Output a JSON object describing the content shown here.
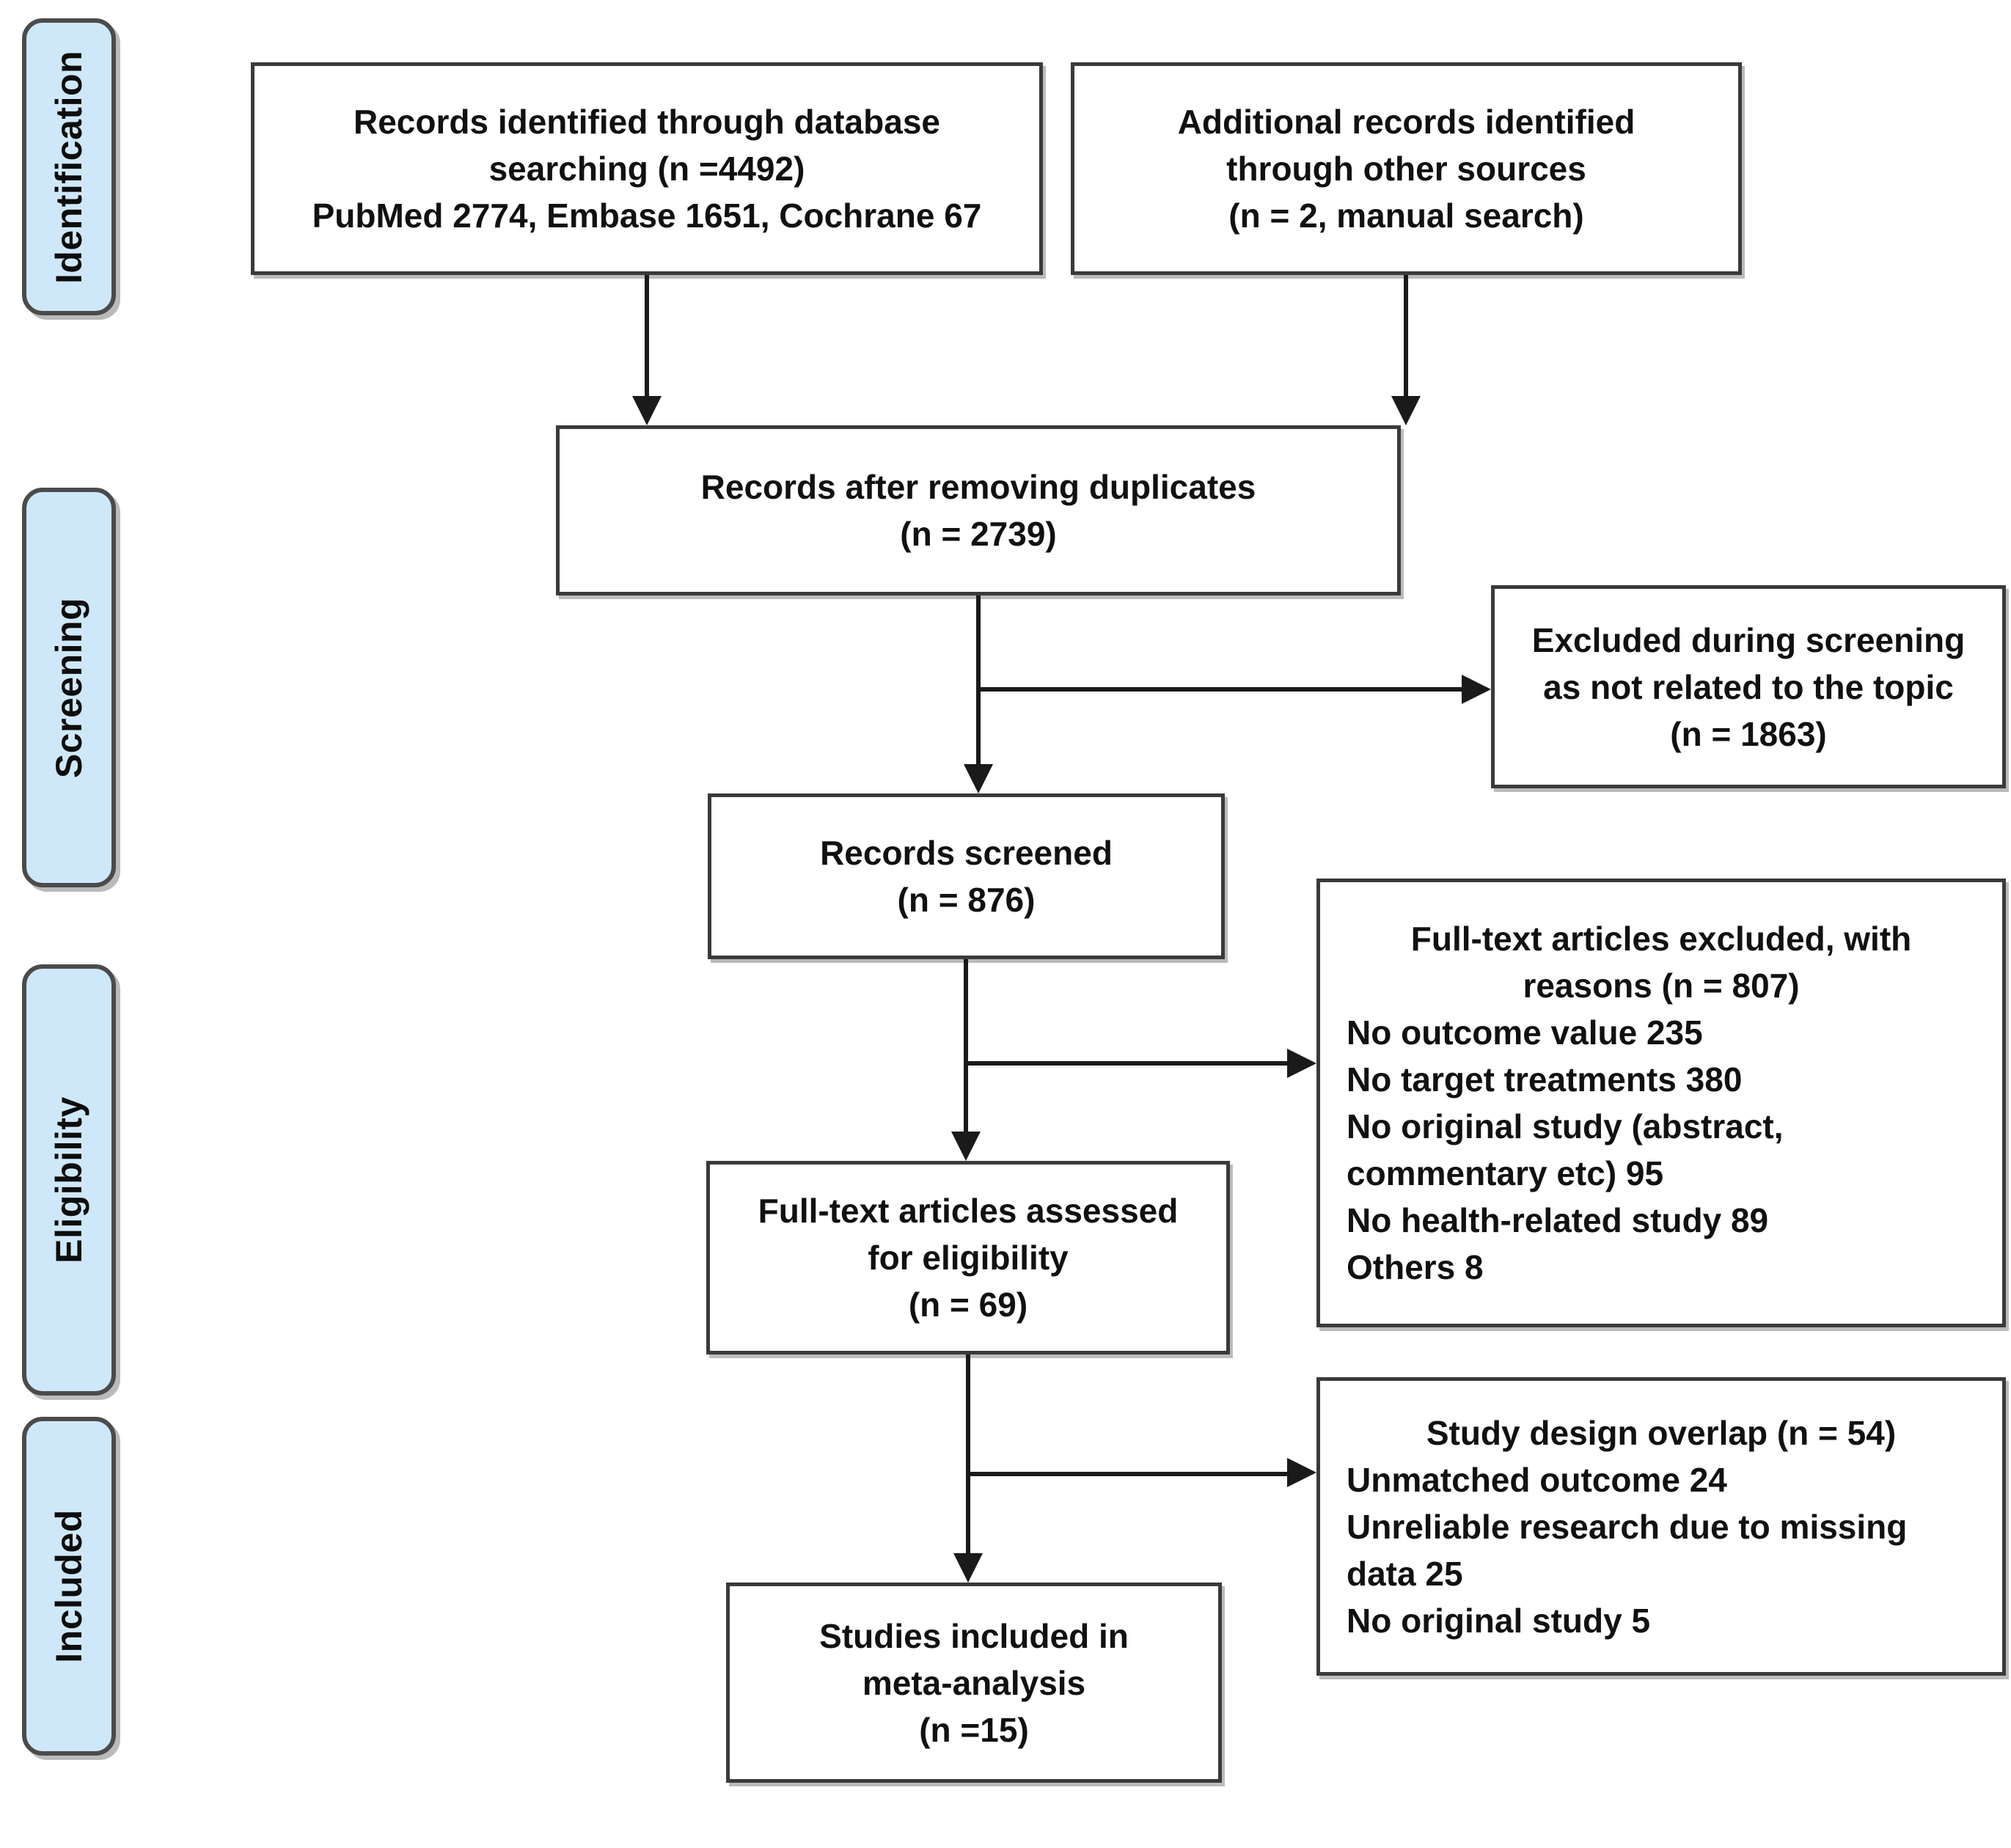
{
  "colors": {
    "stage_fill": "#cfe8f9",
    "stage_border": "#4b4b4b",
    "box_border": "#3a3a3a",
    "arrow": "#1a1a1a",
    "text": "#111111",
    "background": "#ffffff"
  },
  "stages": {
    "identification": "Identification",
    "screening": "Screening",
    "eligibility": "Eligibility",
    "included": "Included"
  },
  "boxes": {
    "records_identified": {
      "lines": [
        "Records identified through database",
        "searching (n =4492)",
        "PubMed 2774, Embase 1651, Cochrane 67"
      ]
    },
    "additional_records": {
      "lines": [
        "Additional records identified",
        "through other sources",
        "(n = 2, manual search)"
      ]
    },
    "after_duplicates": {
      "lines": [
        "Records after removing duplicates",
        "(n = 2739)"
      ]
    },
    "excluded_screening": {
      "lines": [
        "Excluded during screening",
        "as not related to the topic",
        "(n = 1863)"
      ]
    },
    "records_screened": {
      "lines": [
        "Records screened",
        "(n = 876)"
      ]
    },
    "fulltext_excluded": {
      "title_lines": [
        "Full-text articles excluded, with",
        "reasons (n = 807)"
      ],
      "items": [
        "No outcome value 235",
        "No target treatments 380",
        "No original study (abstract,",
        "commentary etc) 95",
        "No health-related study 89",
        "Others 8"
      ]
    },
    "fulltext_assessed": {
      "lines": [
        "Full-text articles assessed",
        "for eligibility",
        "(n = 69)"
      ]
    },
    "study_design_overlap": {
      "title_lines": [
        "Study design overlap (n = 54)"
      ],
      "items": [
        "Unmatched outcome 24",
        "Unreliable research due to missing",
        "data 25",
        "No original study 5"
      ]
    },
    "studies_included": {
      "lines": [
        "Studies included in",
        "meta-analysis",
        "(n =15)"
      ]
    }
  }
}
